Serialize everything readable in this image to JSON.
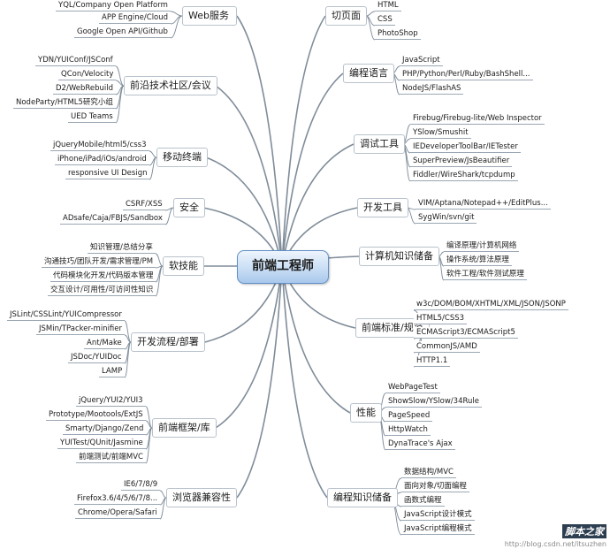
{
  "center": "前端工程师",
  "branches": [
    {
      "id": "web",
      "label": "Web服务",
      "side": "L",
      "leaves": [
        "YQL/Company Open Platform",
        "APP Engine/Cloud",
        "Google Open API/Github"
      ]
    },
    {
      "id": "community",
      "label": "前沿技术社区/会议",
      "side": "L",
      "leaves": [
        "YDN/YUIConf/JSConf",
        "QCon/Velocity",
        "D2/WebRebuild",
        "NodeParty/HTML5研究小组",
        "UED Teams"
      ]
    },
    {
      "id": "mobile",
      "label": "移动终端",
      "side": "L",
      "leaves": [
        "jQueryMobile/html5/css3",
        "iPhone/iPad/iOs/android",
        "responsive UI Design"
      ]
    },
    {
      "id": "security",
      "label": "安全",
      "side": "L",
      "leaves": [
        "CSRF/XSS",
        "ADsafe/Caja/FBJS/Sandbox"
      ]
    },
    {
      "id": "soft",
      "label": "软技能",
      "side": "L",
      "leaves": [
        "知识管理/总结分享",
        "沟通技巧/团队开发/需求管理/PM",
        "代码模块化开发/代码版本管理",
        "交互设计/可用性/可访问性知识"
      ]
    },
    {
      "id": "devflow",
      "label": "开发流程/部署",
      "side": "L",
      "leaves": [
        "JSLint/CSSLint/YUICompressor",
        "JSMin/TPacker-minifier",
        "Ant/Make",
        "JSDoc/YUIDoc",
        "LAMP"
      ]
    },
    {
      "id": "frameworks",
      "label": "前端框架/库",
      "side": "L",
      "leaves": [
        "jQuery/YUI2/YUI3",
        "Prototype/Mootools/ExtJS",
        "Smarty/Django/Zend",
        "YUITest/QUnit/Jasmine",
        "前端测试/前端MVC"
      ]
    },
    {
      "id": "browser",
      "label": "浏览器兼容性",
      "side": "L",
      "leaves": [
        "IE6/7/8/9",
        "Firefox3.6/4/5/6/7/8...",
        "Chrome/Opera/Safari"
      ]
    },
    {
      "id": "slicing",
      "label": "切页面",
      "side": "R",
      "leaves": [
        "HTML",
        "CSS",
        "PhotoShop"
      ]
    },
    {
      "id": "lang",
      "label": "编程语言",
      "side": "R",
      "leaves": [
        "JavaScript",
        "PHP/Python/Perl/Ruby/BashShell...",
        "NodeJS/FlashAS"
      ]
    },
    {
      "id": "debug",
      "label": "调试工具",
      "side": "R",
      "leaves": [
        "Firebug/Firebug-lite/Web Inspector",
        "YSlow/Smushit",
        "IEDeveloperToolBar/IETester",
        "SuperPreview/JsBeautifier",
        "Fiddler/WireShark/tcpdump"
      ]
    },
    {
      "id": "devtools",
      "label": "开发工具",
      "side": "R",
      "leaves": [
        "VIM/Aptana/Notepad++/EditPlus...",
        "SygWin/svn/git"
      ]
    },
    {
      "id": "cs",
      "label": "计算机知识储备",
      "side": "R",
      "leaves": [
        "编译原理/计算机网络",
        "操作系统/算法原理",
        "软件工程/软件测试原理"
      ]
    },
    {
      "id": "standards",
      "label": "前端标准/规范",
      "side": "R",
      "leaves": [
        "w3c/DOM/BOM/XHTML/XML/JSON/JSONP",
        "HTML5/CSS3",
        "ECMAScript3/ECMAScript5",
        "CommonJS/AMD",
        "HTTP1.1"
      ]
    },
    {
      "id": "perf",
      "label": "性能",
      "side": "R",
      "leaves": [
        "WebPageTest",
        "ShowSlow/YSlow/34Rule",
        "PageSpeed",
        "HttpWatch",
        "DynaTrace's Ajax"
      ]
    },
    {
      "id": "prog",
      "label": "编程知识储备",
      "side": "R",
      "leaves": [
        "数据结构/MVC",
        "面向对象/切面编程",
        "函数式编程",
        "JavaScript设计模式",
        "JavaScript编程模式"
      ]
    }
  ],
  "watermark": {
    "logo": "脚本之家",
    "url": "http://blog.csdn.net/itsuzhen"
  },
  "colors": {
    "line": "#7f8c99",
    "center_border": "#5f8fc7",
    "center_fill": "#c9def5"
  }
}
